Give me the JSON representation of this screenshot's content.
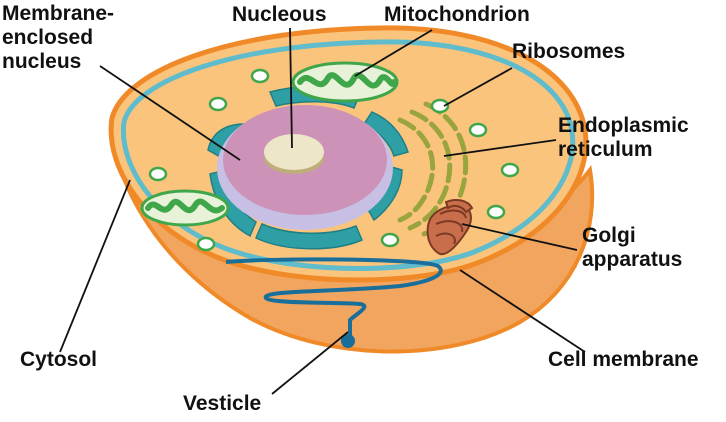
{
  "labels": {
    "membrane_nucleus_line1": "Membrane-",
    "membrane_nucleus_line2": "enclosed",
    "membrane_nucleus_line3": "nucleus",
    "nucleous": "Nucleous",
    "mitochondrion": "Mitochondrion",
    "ribosomes": "Ribosomes",
    "er_line1": "Endoplasmic",
    "er_line2": "reticulum",
    "golgi_line1": "Golgi",
    "golgi_line2": "apparatus",
    "cytosol": "Cytosol",
    "cell_membrane": "Cell membrane",
    "vesticle": "Vesticle"
  },
  "colors": {
    "cell_outer": "#f0a860",
    "cell_rim": "#f08a28",
    "cytoplasm": "#fbc47c",
    "membrane_blue": "#5fbccd",
    "nucleus_pink": "#cc92b8",
    "nucleolus": "#eee6c8",
    "envelope_teal": "#2f9fa6",
    "mito_green": "#3fa64a",
    "er_olive": "#9aa43e",
    "golgi_brown": "#c96e4a",
    "vesicle_blue": "#1a6f9a"
  }
}
